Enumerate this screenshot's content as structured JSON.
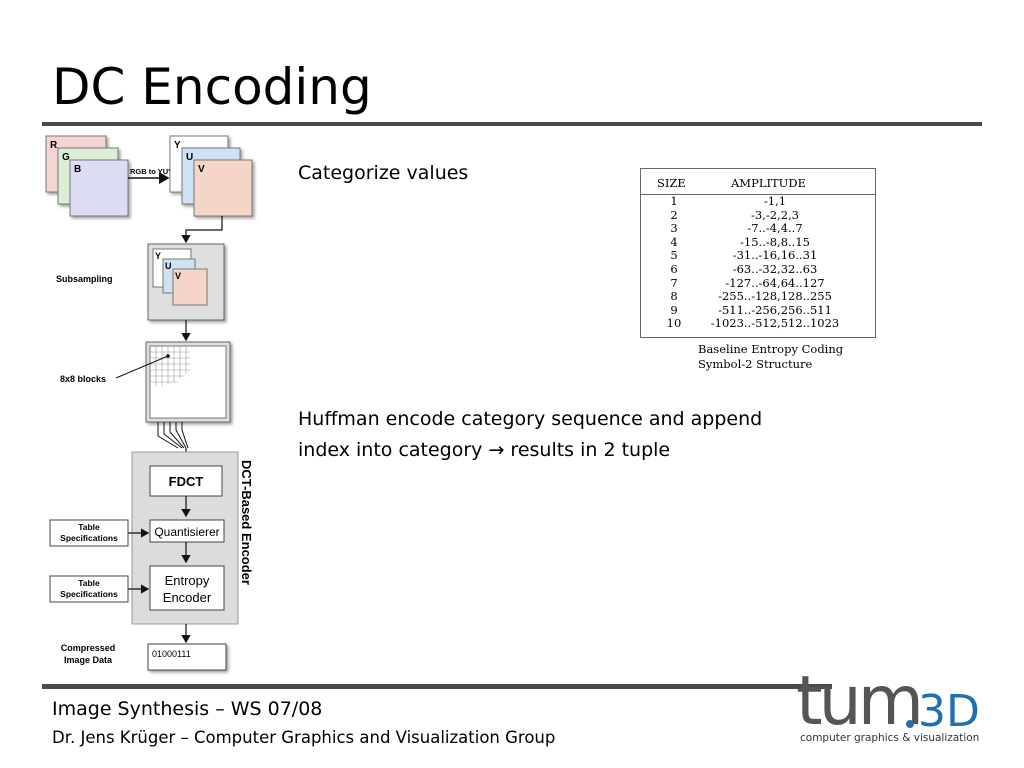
{
  "slide": {
    "title": "DC Encoding",
    "text_categorize": "Categorize values",
    "text_huffman": "Huffman encode category sequence and append index into category  → results in 2 tuple"
  },
  "table": {
    "header_size": "SIZE",
    "header_amplitude": "AMPLITUDE",
    "rows": [
      {
        "size": "1",
        "amp": "-1,1"
      },
      {
        "size": "2",
        "amp": "-3,-2,2,3"
      },
      {
        "size": "3",
        "amp": "-7..-4,4..7"
      },
      {
        "size": "4",
        "amp": "-15..-8,8..15"
      },
      {
        "size": "5",
        "amp": "-31..-16,16..31"
      },
      {
        "size": "6",
        "amp": "-63..-32,32..63"
      },
      {
        "size": "7",
        "amp": "-127..-64,64..127"
      },
      {
        "size": "8",
        "amp": "-255..-128,128..255"
      },
      {
        "size": "9",
        "amp": "-511..-256,256..511"
      },
      {
        "size": "10",
        "amp": "-1023..-512,512..1023"
      }
    ],
    "caption_line1": "Baseline Entropy Coding",
    "caption_line2": "Symbol-2 Structure"
  },
  "diagram": {
    "rgb": [
      "R",
      "G",
      "B"
    ],
    "arrow_label": "RGB to YUV",
    "yuv": [
      "Y",
      "U",
      "V"
    ],
    "subsampling": "Subsampling",
    "blocks": "8x8 blocks",
    "fdct": "FDCT",
    "quant": "Quantisierer",
    "entropy_line1": "Entropy",
    "entropy_line2": "Encoder",
    "table_spec_line1": "Table",
    "table_spec_line2": "Specifications",
    "encoder_label": "DCT-Based Encoder",
    "compressed_line1": "Compressed",
    "compressed_line2": "Image Data",
    "bits": "01000111"
  },
  "footer": {
    "course": "Image Synthesis – WS 07/08",
    "author": "Dr. Jens Krüger – Computer Graphics and Visualization Group"
  },
  "logo": {
    "text_tum": "tum",
    "text_3d": "3D",
    "subtitle": "computer graphics & visualization"
  },
  "colors": {
    "accent_blue": "#1f6fb5",
    "logo_gray": "#555555",
    "rule_gray": "#4a4a4a",
    "r_fill": "#f5d4d4",
    "g_fill": "#dcefd6",
    "b_fill": "#dcdcf5",
    "u_fill": "#cfe2f5",
    "v_fill": "#f5d5c8"
  }
}
